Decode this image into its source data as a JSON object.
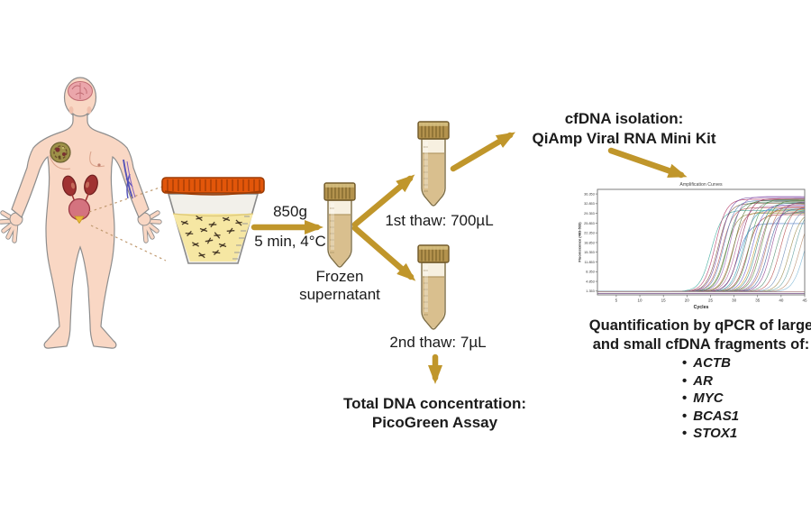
{
  "diagram": {
    "bullet": "•",
    "centrifuge": {
      "line1": "850g",
      "line2": "5 min, 4°C"
    },
    "frozen_label": {
      "line1": "Frozen",
      "line2": "supernatant"
    },
    "thaw1_label": "1st thaw: 700µL",
    "thaw2_label": "2nd thaw: 7µL",
    "isolation": {
      "line1": "cfDNA isolation:",
      "line2": "QiAmp Viral RNA Mini Kit"
    },
    "quantification": {
      "line1": "Quantification by qPCR of large",
      "line2": "and small cfDNA fragments of:",
      "genes": [
        "ACTB",
        "AR",
        "MYC",
        "BCAS1",
        "STOX1"
      ]
    },
    "total_dna": {
      "line1": "Total DNA concentration:",
      "line2": "PicoGreen Assay"
    },
    "colors": {
      "arrow": "#c0962b",
      "skin": "#f9d7c4",
      "outline": "#777777",
      "lid_orange": "#e2560a",
      "urine_yellow": "#f6e7a3",
      "tube_cap": "#b3924d",
      "tube_liquid": "#d9bf8e",
      "organ_red": "#a03232",
      "bladder_pink": "#d4737f",
      "brain_pink": "#eba6ab",
      "vein_blue": "#5050b8"
    }
  },
  "chart_data": {
    "type": "line",
    "title": "Amplification Curves",
    "xlabel": "Cycles",
    "ylabel": "Fluorescence (483-533)",
    "x_range": [
      1,
      45
    ],
    "y_range": [
      0,
      38
    ],
    "x_ticks": [
      5,
      10,
      15,
      20,
      25,
      30,
      35,
      40,
      45
    ],
    "y_ticks": [
      36.353,
      32.853,
      29.353,
      25.853,
      22.353,
      18.853,
      15.353,
      11.853,
      8.353,
      4.853,
      1.353
    ],
    "grid": false,
    "legend": false,
    "series_note": "qPCR sigmoid amplification curves: [ct_cycle, plateau_fluorescence, color]; null ct = flat non-amplifying baseline",
    "curves": [
      [
        22.3,
        30.5,
        "#3aa89a"
      ],
      [
        23.2,
        34.5,
        "#b03060"
      ],
      [
        23.8,
        33.0,
        "#7a5230"
      ],
      [
        24.2,
        35.2,
        "#6a3d9a"
      ],
      [
        24.6,
        31.5,
        "#c05050"
      ],
      [
        25.0,
        34.0,
        "#4a7ab5"
      ],
      [
        25.4,
        29.5,
        "#8a8a30"
      ],
      [
        25.8,
        33.5,
        "#2f7a4f"
      ],
      [
        26.3,
        35.5,
        "#9a5fb5"
      ],
      [
        26.8,
        30.0,
        "#c07840"
      ],
      [
        27.2,
        34.2,
        "#556b2f"
      ],
      [
        27.6,
        32.0,
        "#b5619a"
      ],
      [
        28.0,
        25.8,
        "#3b6fc2"
      ],
      [
        28.5,
        34.8,
        "#8b2252"
      ],
      [
        29.0,
        31.0,
        "#2aa0b5"
      ],
      [
        29.5,
        33.8,
        "#7d7d7d"
      ],
      [
        30.0,
        29.0,
        "#a52a2a"
      ],
      [
        30.5,
        34.5,
        "#4f9a4f"
      ],
      [
        31.0,
        32.5,
        "#6a5acd"
      ],
      [
        31.5,
        30.8,
        "#c49a30"
      ],
      [
        32.0,
        33.2,
        "#348a8a"
      ],
      [
        32.5,
        31.8,
        "#9a4f6a"
      ],
      [
        33.0,
        34.0,
        "#5f8a3a"
      ],
      [
        33.5,
        29.8,
        "#7a6ab5"
      ],
      [
        34.0,
        32.8,
        "#b56a50"
      ],
      [
        34.5,
        31.2,
        "#3a5f9a"
      ],
      [
        35.2,
        33.5,
        "#8a3a8a"
      ],
      [
        36.0,
        30.5,
        "#4a8a6a"
      ],
      [
        37.0,
        32.0,
        "#b54a4a"
      ],
      [
        38.0,
        31.0,
        "#6a8ab5"
      ],
      [
        39.0,
        30.0,
        "#9a8a4a"
      ],
      [
        40.0,
        31.5,
        "#5a9a9a"
      ],
      [
        41.0,
        30.0,
        "#b58a6a"
      ],
      [
        42.0,
        29.0,
        "#7ab5d5"
      ],
      [
        null,
        0.5,
        "#5b2d6e"
      ],
      [
        null,
        1.05,
        "#999999"
      ],
      [
        null,
        1.15,
        "#bb8888"
      ]
    ]
  }
}
